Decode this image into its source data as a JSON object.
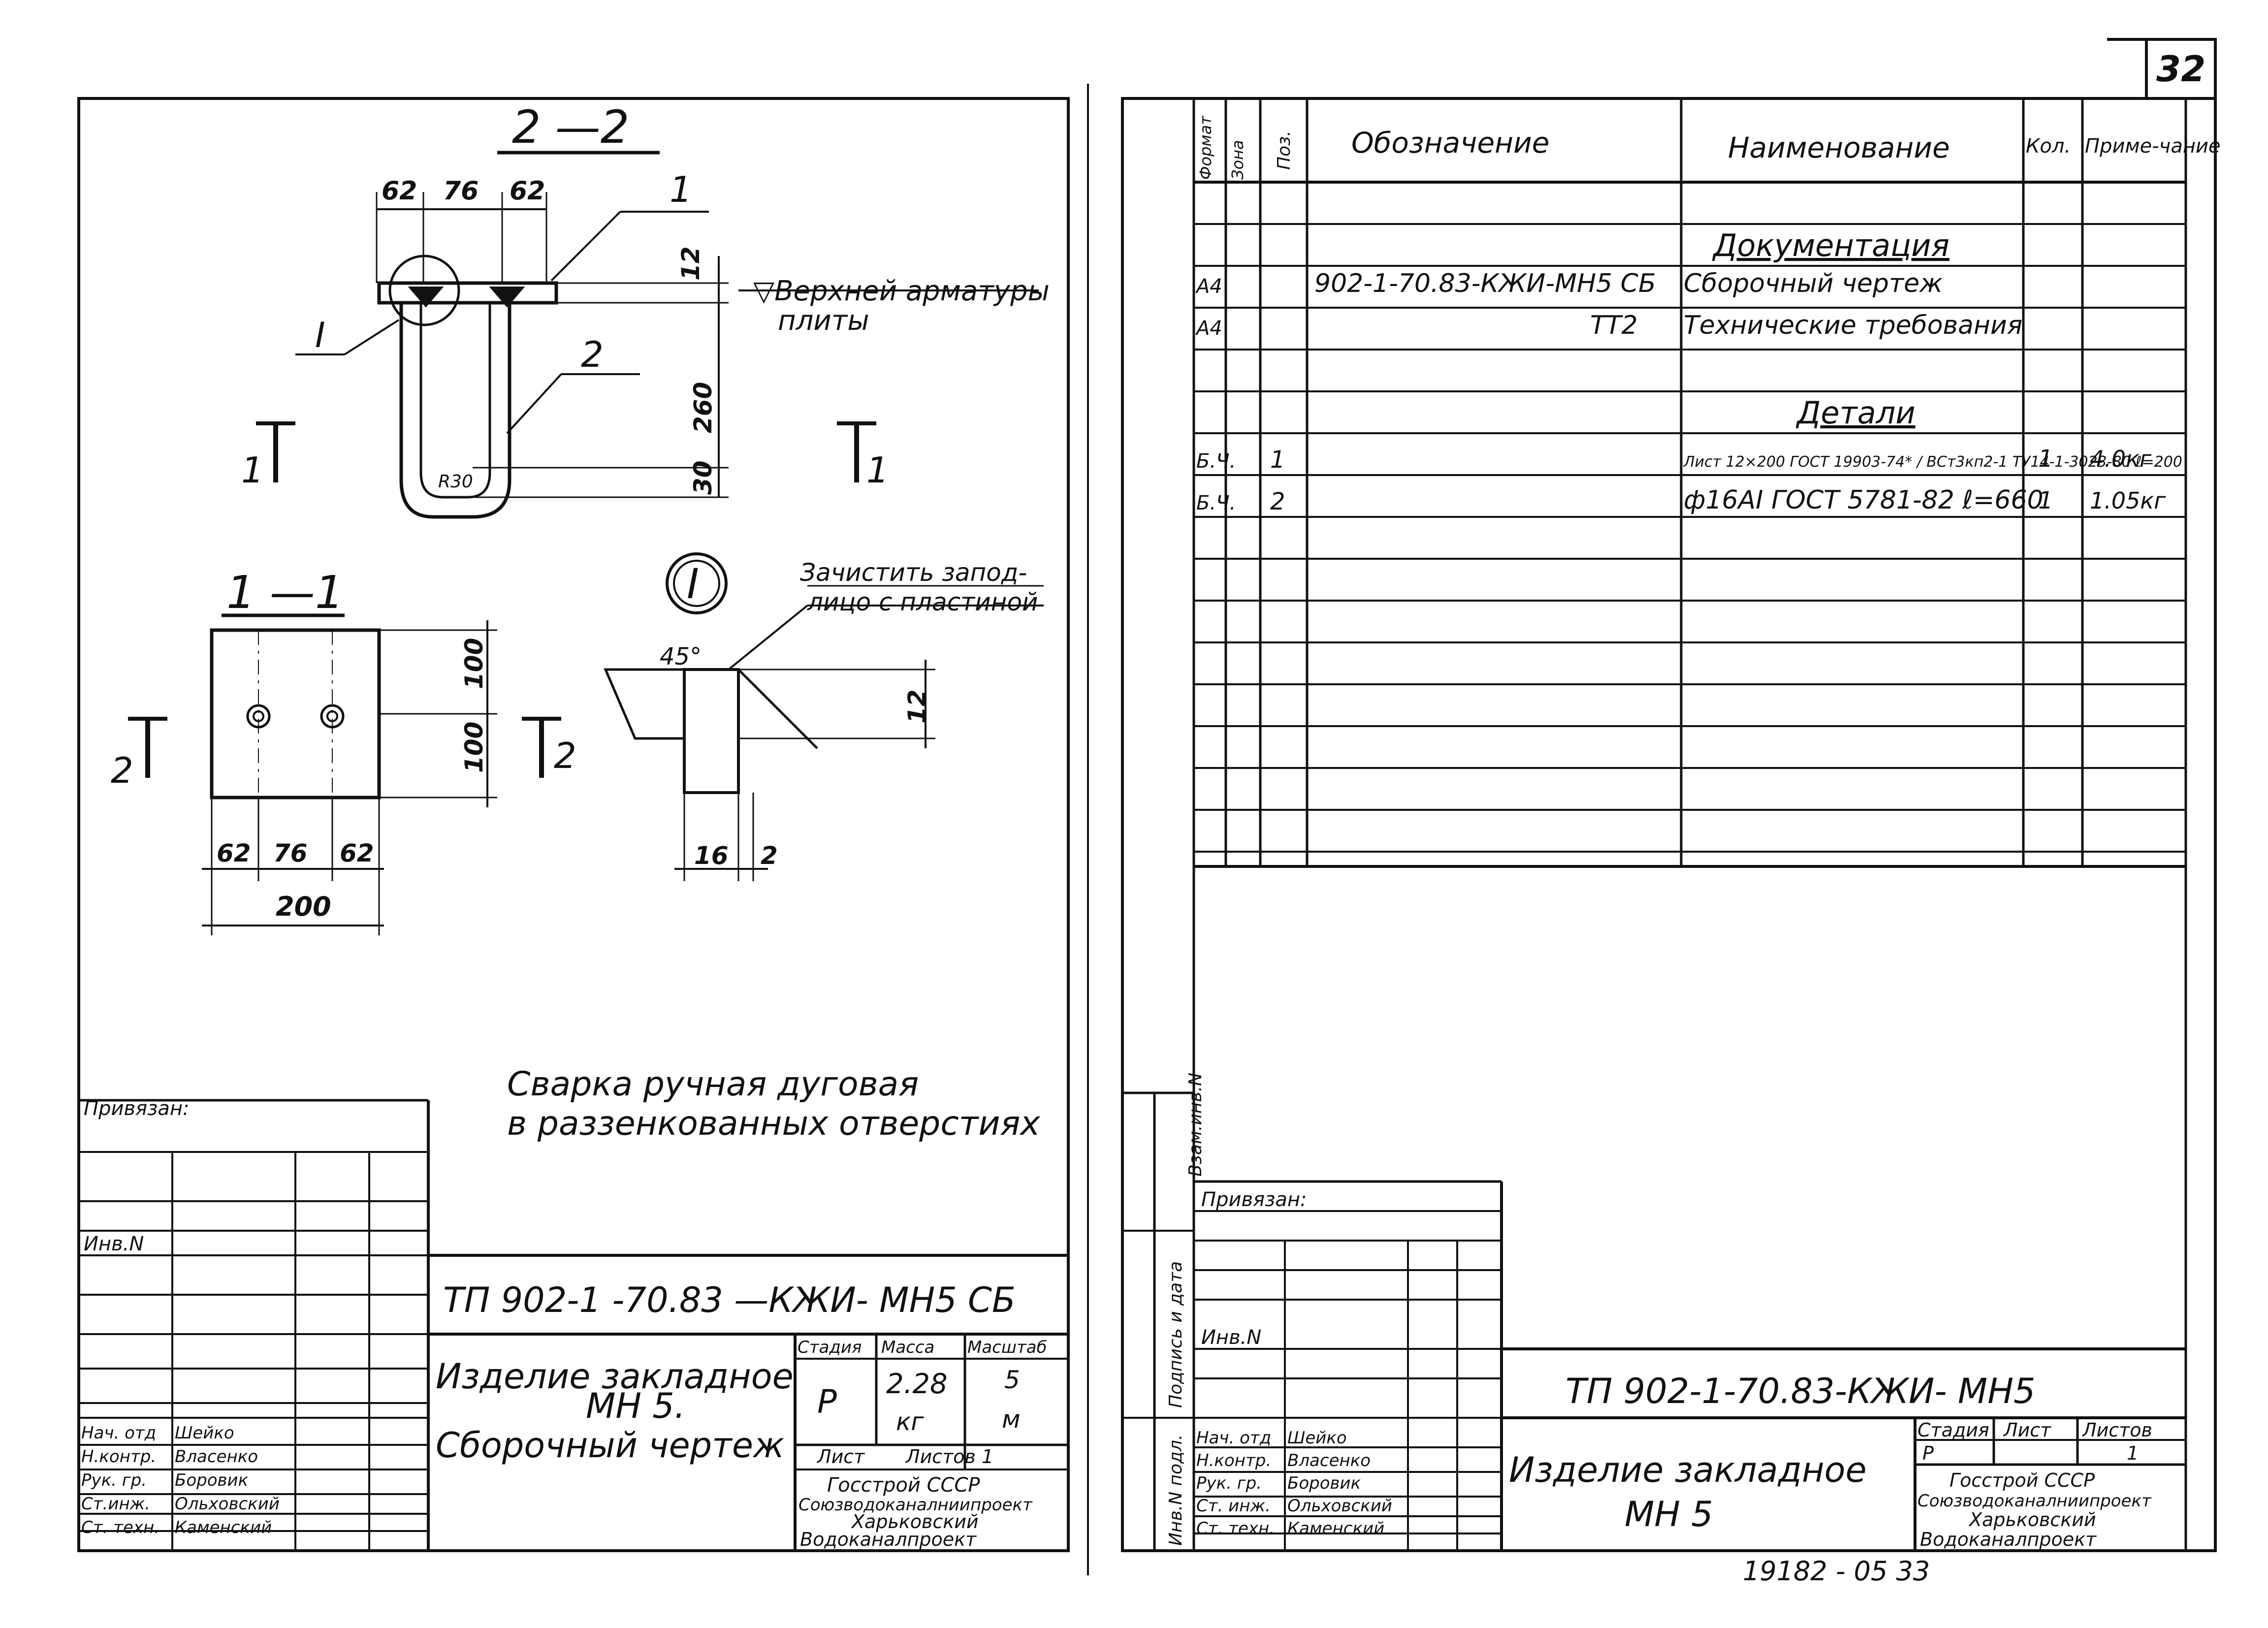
{
  "sheet_number": "32",
  "left_sheet": {
    "section_2_2": "2 —2",
    "section_1_1": "1 —1",
    "node_I": "I",
    "dim_62a": "62",
    "dim_76": "76",
    "dim_62b": "62",
    "dim_12": "12",
    "dim_260": "260",
    "dim_30": "30",
    "dim_r30": "R30",
    "pos_1": "1",
    "pos_2": "2",
    "label_top_rebar_1": "▽Верхней арматуры",
    "label_top_rebar_2": "плиты",
    "cut_1": "1",
    "cut_2": "2",
    "dim_100a": "100",
    "dim_100b": "100",
    "plan_62a": "62",
    "plan_76": "76",
    "plan_62b": "62",
    "plan_200": "200",
    "node_note_1": "Зачистить запод-",
    "node_note_2": "лицо с пластиной",
    "node_angle": "45°",
    "node_dim_12": "12",
    "node_dim_16": "16",
    "node_dim_2": "2",
    "weld_note_1": "Сварка ручная дуговая",
    "weld_note_2": "в раззенкованных отверстиях",
    "privyazan": "Привязан:",
    "inv_no": "Инв.N",
    "title_code": "ТП 902-1 -70.83 —КЖИ- МН5 СБ",
    "title_name_1": "Изделие закладное",
    "title_name_2": "МН 5.",
    "title_name_3": "Сборочный чертеж",
    "hdr_stage": "Стадия",
    "hdr_mass": "Масса",
    "hdr_scale": "Масштаб",
    "stage": "Р",
    "mass_1": "2.28",
    "mass_2": "кг",
    "scale_1": "5",
    "scale_2": "м",
    "sheet_lbl": "Лист",
    "sheets_lbl": "Листов 1",
    "org_1": "Госстрой СССР",
    "org_2": "Союзводоканалниипроект",
    "org_3": "Харьковский",
    "org_4": "Водоканалпроект",
    "roles": [
      {
        "role": "Нач. отд",
        "name": "Шейко"
      },
      {
        "role": "Н.контр.",
        "name": "Власенко"
      },
      {
        "role": "Рук. гр.",
        "name": "Боровик"
      },
      {
        "role": "Ст.инж.",
        "name": "Ольховский"
      },
      {
        "role": "Ст. техн.",
        "name": "Каменский"
      }
    ]
  },
  "right_sheet": {
    "col_format": "Формат",
    "col_zone": "Зона",
    "col_pos": "Поз.",
    "col_designation": "Обозначение",
    "col_name": "Наименование",
    "col_qty": "Кол.",
    "col_note": "Приме-чание",
    "section_docs": "Документация",
    "section_parts": "Детали",
    "rows": [
      {
        "format": "А4",
        "pos": "",
        "designation": "902-1-70.83-КЖИ-МН5 СБ",
        "name": "Сборочный чертеж",
        "qty": "",
        "note": ""
      },
      {
        "format": "А4",
        "pos": "",
        "designation": "ТТ2",
        "name": "Технические требования",
        "qty": "",
        "note": ""
      },
      {
        "format": "Б.Ч.",
        "pos": "1",
        "designation": "",
        "name": "Лист 12×200 ГОСТ 19903-74* / ВСт3кп2-1 ТУ14-1-3023-80 ℓ=200",
        "qty": "1",
        "note": "4.0кг"
      },
      {
        "format": "Б.Ч.",
        "pos": "2",
        "designation": "",
        "name": "ф16АI ГОСТ 5781-82 ℓ=660",
        "qty": "1",
        "note": "1.05кг"
      }
    ],
    "side_labels": [
      "Инв.N подл.",
      "Подпись и дата",
      "Взам.инв.N"
    ],
    "privyazan": "Привязан:",
    "inv_no": "Инв.N",
    "title_code": "ТП 902-1-70.83-КЖИ- МН5",
    "title_name_1": "Изделие закладное",
    "title_name_2": "МН 5",
    "hdr_stage": "Стадия",
    "hdr_sheet": "Лист",
    "hdr_sheets": "Листов",
    "stage": "Р",
    "sheets": "1",
    "org_1": "Госстрой СССР",
    "org_2": "Союзводоканалниипроект",
    "org_3": "Харьковский",
    "org_4": "Водоканалпроект",
    "roles": [
      {
        "role": "Нач. отд",
        "name": "Шейко"
      },
      {
        "role": "Н.контр.",
        "name": "Власенко"
      },
      {
        "role": "Рук. гр.",
        "name": "Боровик"
      },
      {
        "role": "Ст. инж.",
        "name": "Ольховский"
      },
      {
        "role": "Ст. техн.",
        "name": "Каменский"
      }
    ],
    "bottom_code": "19182 - 05   33"
  }
}
